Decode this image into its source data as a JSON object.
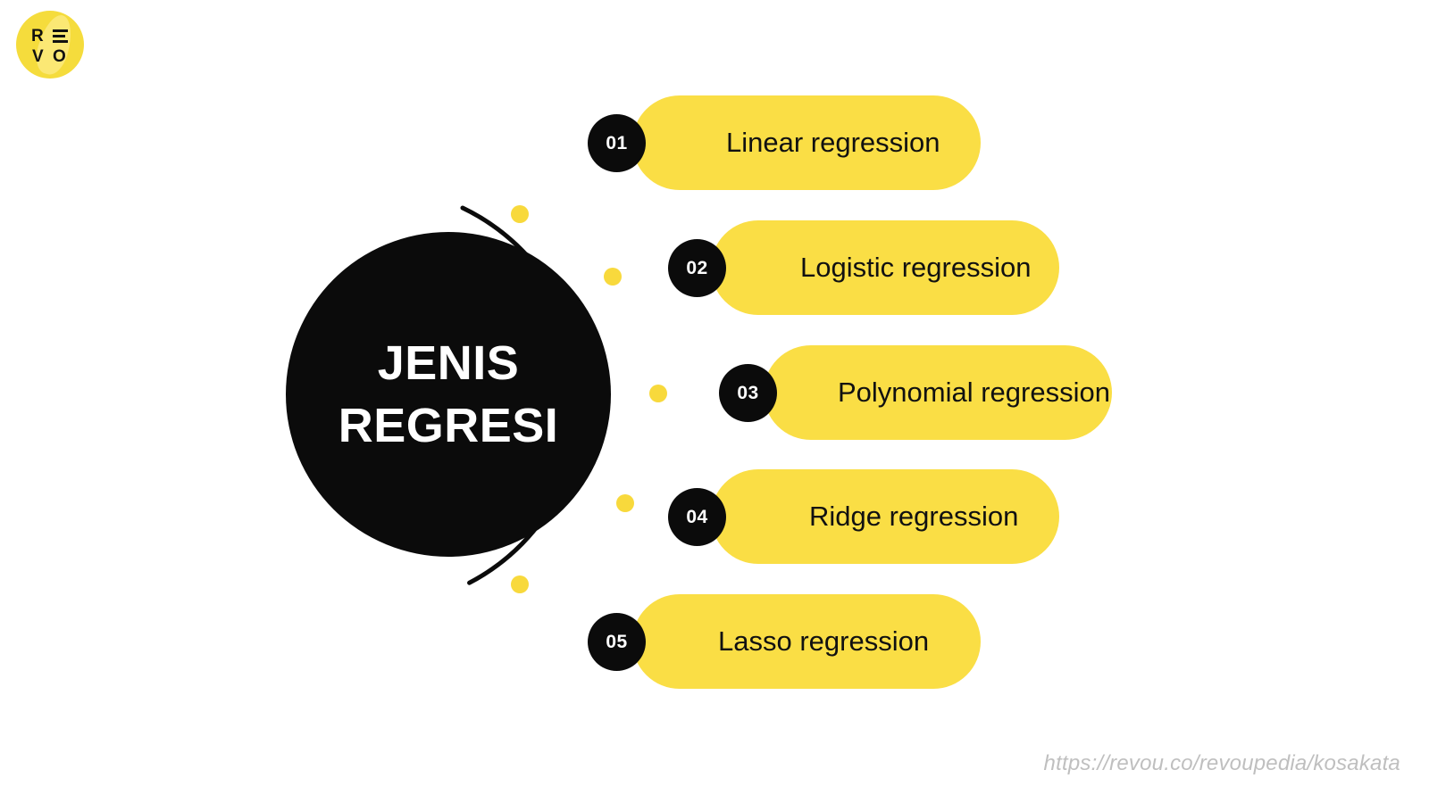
{
  "brand": {
    "logo_name": "revou-logo",
    "logo_letters": {
      "r": "R",
      "v": "V",
      "o": "O"
    },
    "logo_bg_color": "#F5DC3C"
  },
  "hub": {
    "title_line_1": "JENIS",
    "title_line_2": "REGRESI",
    "bg_color": "#0B0B0B",
    "text_color": "#FFFFFF"
  },
  "orbit": {
    "stroke_color": "#0B0B0B",
    "dot_color": "#F8D93C",
    "dot_count": 5
  },
  "theme": {
    "background": "#FFFFFF",
    "accent_yellow": "#FADE45",
    "badge_black": "#0B0B0B",
    "label_black": "#111111",
    "footer_gray": "#BFBFBF"
  },
  "items": [
    {
      "number": "01",
      "label": "Linear regression"
    },
    {
      "number": "02",
      "label": "Logistic regression"
    },
    {
      "number": "03",
      "label": "Polynomial regression"
    },
    {
      "number": "04",
      "label": "Ridge regression"
    },
    {
      "number": "05",
      "label": "Lasso regression"
    }
  ],
  "footer": {
    "url": "https://revou.co/revoupedia/kosakata"
  }
}
